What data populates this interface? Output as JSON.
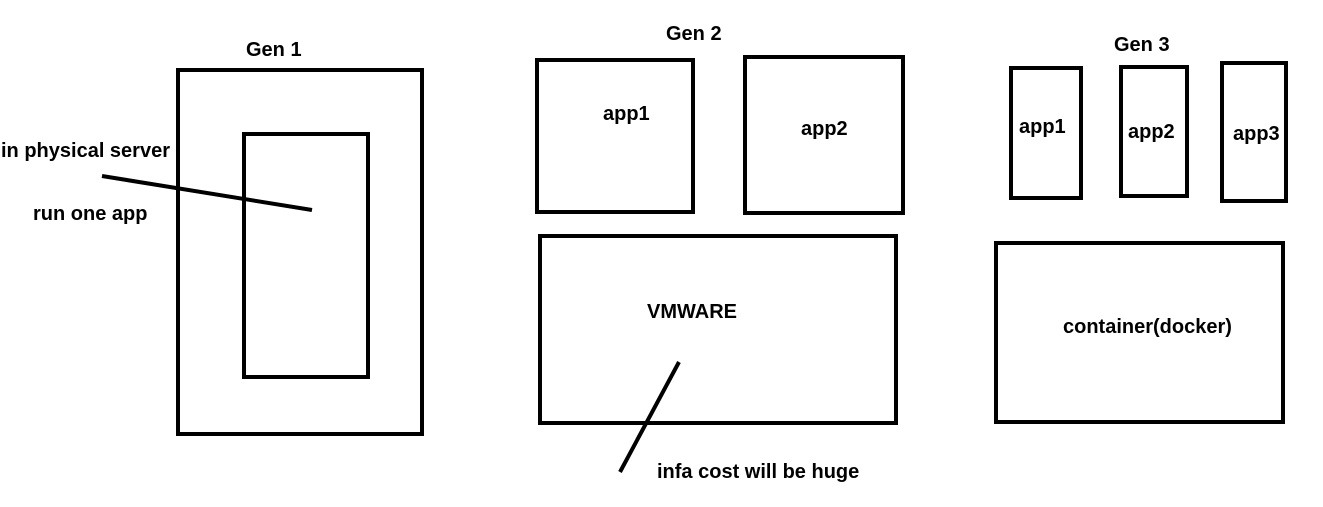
{
  "colors": {
    "stroke": "#000000",
    "background": "#ffffff"
  },
  "gen1": {
    "title": "Gen 1",
    "annotation_line1": "in physical server",
    "annotation_line2": "run one app"
  },
  "gen2": {
    "title": "Gen 2",
    "app1": "app1",
    "app2": "app2",
    "platform": "VMWARE",
    "cost_note": "infa cost will be huge"
  },
  "gen3": {
    "title": "Gen 3",
    "app1": "app1",
    "app2": "app2",
    "app3": "app3",
    "platform": "container(docker)"
  }
}
